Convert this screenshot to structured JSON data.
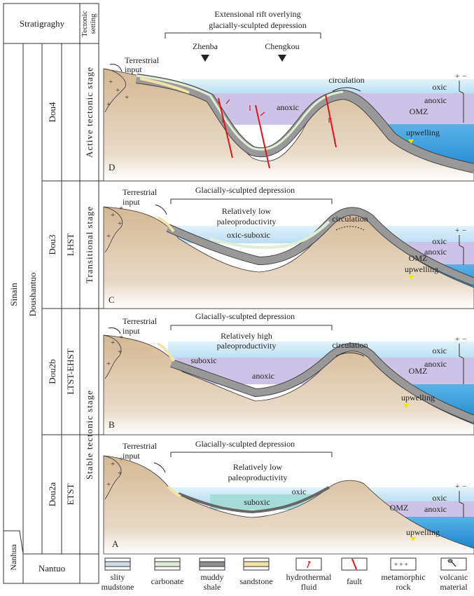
{
  "stratigraphy_table": {
    "header": "Stratigraghy",
    "tectonic_header_1": "Tectonic",
    "tectonic_header_2": "setting",
    "system_upper": "Sinain",
    "system_lower": "Nanhua",
    "formation_upper": "Doushantuo",
    "formation_lower": "Nantuo",
    "members": [
      {
        "member": "Dou4",
        "sequence": ""
      },
      {
        "member": "Dou3",
        "sequence": "LHST"
      },
      {
        "member": "Dou2b",
        "sequence": "LTST-EHST"
      },
      {
        "member": "Dou2a",
        "sequence": "ETST"
      }
    ],
    "stages": [
      "Active tectonic stage",
      "Transitional stage",
      "Stable tectonic stage"
    ]
  },
  "panels": {
    "D": {
      "label": "D",
      "title_1": "Extensional rift overlying",
      "title_2": "glacially-sculpted depression",
      "location_1": "Zhenba",
      "location_2": "Chengkou",
      "terrestrial_1": "Terrestrial",
      "terrestrial_2": "input",
      "circulation": "circulation",
      "basin_condition": "anoxic",
      "oxic": "oxic",
      "anoxic": "anoxic",
      "omz": "OMZ",
      "upwelling": "upwelling",
      "plus": "+",
      "minus": "−"
    },
    "C": {
      "label": "C",
      "title": "Glacially-sculpted depression",
      "terrestrial_1": "Terrestrial",
      "terrestrial_2": "input",
      "productivity_1": "Relatively low",
      "productivity_2": "paleoproductivity",
      "basin_condition": "oxic-suboxic",
      "circulation": "circulation",
      "oxic": "oxic",
      "anoxic": "anoxic",
      "omz": "OMZ",
      "upwelling": "upwelling",
      "plus": "+",
      "minus": "−"
    },
    "B": {
      "label": "B",
      "title": "Glacially-sculpted depression",
      "terrestrial_1": "Terrestrial",
      "terrestrial_2": "input",
      "productivity_1": "Relatively high",
      "productivity_2": "paleoproductivity",
      "shelf_condition": "suboxic",
      "basin_condition": "anoxic",
      "circulation": "circulation",
      "oxic": "oxic",
      "anoxic": "anoxic",
      "omz": "OMZ",
      "upwelling": "upwelling",
      "plus": "+",
      "minus": "−"
    },
    "A": {
      "label": "A",
      "title": "Glacially-sculpted depression",
      "terrestrial_1": "Terrestrial",
      "terrestrial_2": "input",
      "productivity_1": "Relatively low",
      "productivity_2": "paleoproductivity",
      "upper_condition": "oxic",
      "basin_condition": "suboxic",
      "oxic": "oxic",
      "anoxic": "anoxic",
      "omz": "OMZ",
      "upwelling": "upwelling",
      "plus": "+",
      "minus": "−"
    }
  },
  "legend": [
    {
      "line1": "slity",
      "line2": "mudstone",
      "swatch": "#cfdbe8"
    },
    {
      "line1": "carbonate",
      "line2": "",
      "swatch": "#dfeed6"
    },
    {
      "line1": "muddy",
      "line2": "shale",
      "swatch": "#8d8d8d"
    },
    {
      "line1": "sandstone",
      "line2": "",
      "swatch": "#f3e2a4"
    },
    {
      "line1": "hydrothermal",
      "line2": "fluid",
      "swatch": "#ffffff"
    },
    {
      "line1": "fault",
      "line2": "",
      "swatch": "#ffffff"
    },
    {
      "line1": "metamorphic",
      "line2": "rock",
      "swatch": "#ffffff"
    },
    {
      "line1": "volcanic",
      "line2": "material",
      "swatch": "#ffffff"
    }
  ],
  "colors": {
    "water": "#cfe8f6",
    "omz": "#cdc3e6",
    "upwelling_water": "#3ba1dc",
    "ground": "#d6bd9c",
    "fault": "#e0151b",
    "shale": "#8d8d8d"
  }
}
